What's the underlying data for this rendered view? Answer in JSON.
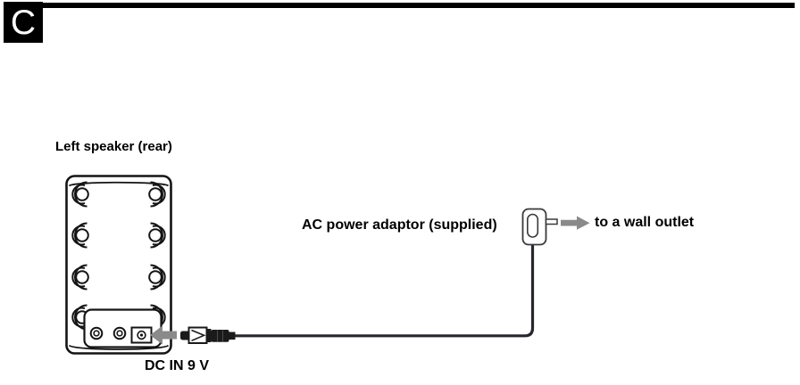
{
  "page": {
    "section_marker": "C",
    "background": "#ffffff"
  },
  "labels": {
    "speaker": "Left speaker (rear)",
    "dc_in": "DC IN 9 V",
    "adaptor": "AC power adaptor (supplied)",
    "wall_outlet": "to a wall outlet"
  },
  "colors": {
    "outline": "#141414",
    "arrow_gray": "#8a8a8a",
    "cable": "#262631",
    "marker_bg": "#000000",
    "marker_text": "#ffffff"
  }
}
